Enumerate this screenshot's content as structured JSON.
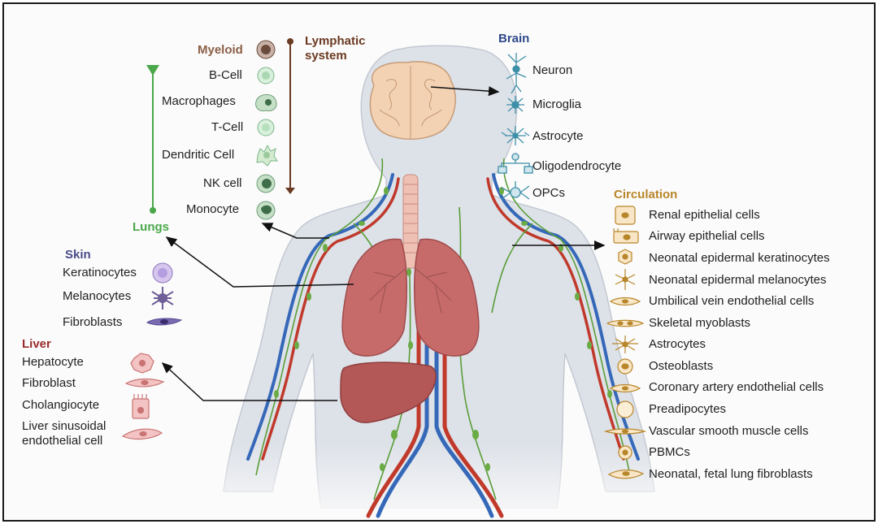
{
  "colors": {
    "myeloid": "#8b5e45",
    "lymphatic": "#6b3a22",
    "brain": "#2e4a8a",
    "circulation": "#b8862a",
    "lungs": "#4aa84a",
    "skin": "#4a4a8a",
    "liver": "#9a2a2a",
    "body": "#d7dbe2",
    "artery": "#c0392b",
    "vein": "#3568b8",
    "lymph": "#5a9e3a",
    "lung": "#c76a6a",
    "liver_organ": "#b45757",
    "brain_organ": "#f3d2b3"
  },
  "lymphatic_group": {
    "myeloid": "Myeloid",
    "title_line1": "Lymphatic",
    "title_line2": "system",
    "cells": [
      "B-Cell",
      "Macrophages",
      "T-Cell",
      "Dendritic Cell",
      "NK cell",
      "Monocyte"
    ]
  },
  "lungs": {
    "title": "Lungs"
  },
  "brain": {
    "title": "Brain",
    "cells": [
      "Neuron",
      "Microglia",
      "Astrocyte",
      "Oligodendrocyte",
      "OPCs"
    ]
  },
  "circulation": {
    "title": "Circulation",
    "cells": [
      "Renal epithelial cells",
      "Airway epithelial cells",
      "Neonatal epidermal keratinocytes",
      "Neonatal epidermal melanocytes",
      "Umbilical vein endothelial cells",
      "Skeletal myoblasts",
      "Astrocytes",
      "Osteoblasts",
      "Coronary artery endothelial cells",
      "Preadipocytes",
      "Vascular smooth muscle cells",
      "PBMCs",
      "Neonatal, fetal lung fibroblasts"
    ]
  },
  "skin": {
    "title": "Skin",
    "cells": [
      "Keratinocytes",
      "Melanocytes",
      "Fibroblasts"
    ]
  },
  "liver": {
    "title": "Liver",
    "cells": [
      "Hepatocyte",
      "Fibroblast",
      "Cholangiocyte",
      "Liver sinusoidal",
      "endothelial cell"
    ]
  }
}
